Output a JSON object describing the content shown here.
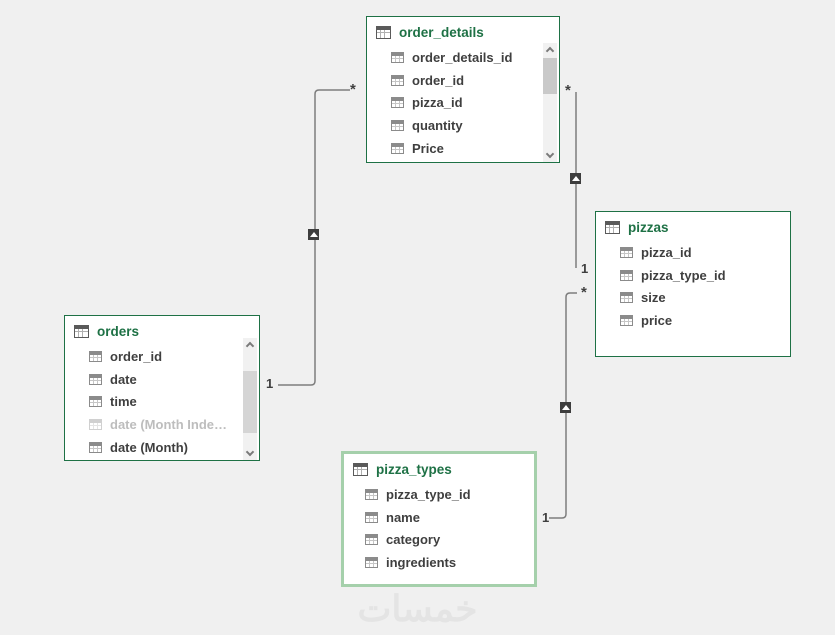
{
  "colors": {
    "canvas_bg": "#f0f0f0",
    "table_border": "#1e7145",
    "selected_border": "#a5d0ab",
    "header_text": "#1e7145",
    "field_text": "#3f3f3f",
    "disabled_text": "#bdbdbd",
    "line_color": "#7d7d7d",
    "marker_bg": "#3d3d3d",
    "scroll_track": "#f1f1f1",
    "scroll_thumb": "#c9c9c9",
    "watermark_color": "#e4e4e4"
  },
  "tables": {
    "order_details": {
      "title": "order_details",
      "fields": [
        "order_details_id",
        "order_id",
        "pizza_id",
        "quantity",
        "Price"
      ]
    },
    "pizzas": {
      "title": "pizzas",
      "fields": [
        "pizza_id",
        "pizza_type_id",
        "size",
        "price"
      ]
    },
    "orders": {
      "title": "orders",
      "fields": [
        "order_id",
        "date",
        "time",
        "date (Month Inde…",
        "date (Month)"
      ]
    },
    "pizza_types": {
      "title": "pizza_types",
      "fields": [
        "pizza_type_id",
        "name",
        "category",
        "ingredients"
      ]
    }
  },
  "relationships": [
    {
      "from": "orders",
      "to": "order_details",
      "one_label": "1",
      "many_label": "*"
    },
    {
      "from": "pizzas",
      "to": "order_details",
      "one_label": "1",
      "many_label": "*"
    },
    {
      "from": "pizza_types",
      "to": "pizzas",
      "one_label": "1",
      "many_label": "*"
    }
  ],
  "watermark": "خمسات"
}
